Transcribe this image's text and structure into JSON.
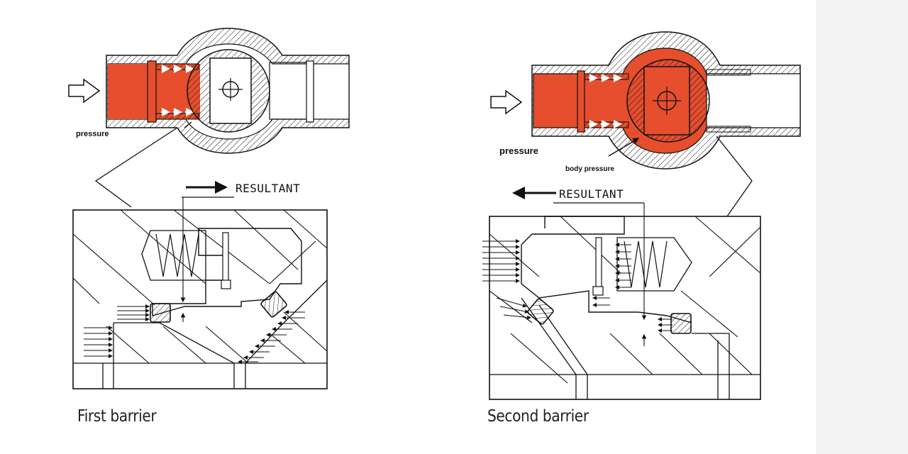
{
  "panels": {
    "first": {
      "caption": "First barrier",
      "pressure_label": "pressure",
      "resultant_label": "RESULTANT"
    },
    "second": {
      "caption": "Second barrier",
      "pressure_label": "pressure",
      "body_pressure_label": "body pressure",
      "resultant_label": "RESULTANT"
    }
  },
  "colors": {
    "pressure_fill": "#e64e2e",
    "line": "#111111",
    "background": "#ffffff",
    "side_strip": "#f4f4f4"
  }
}
